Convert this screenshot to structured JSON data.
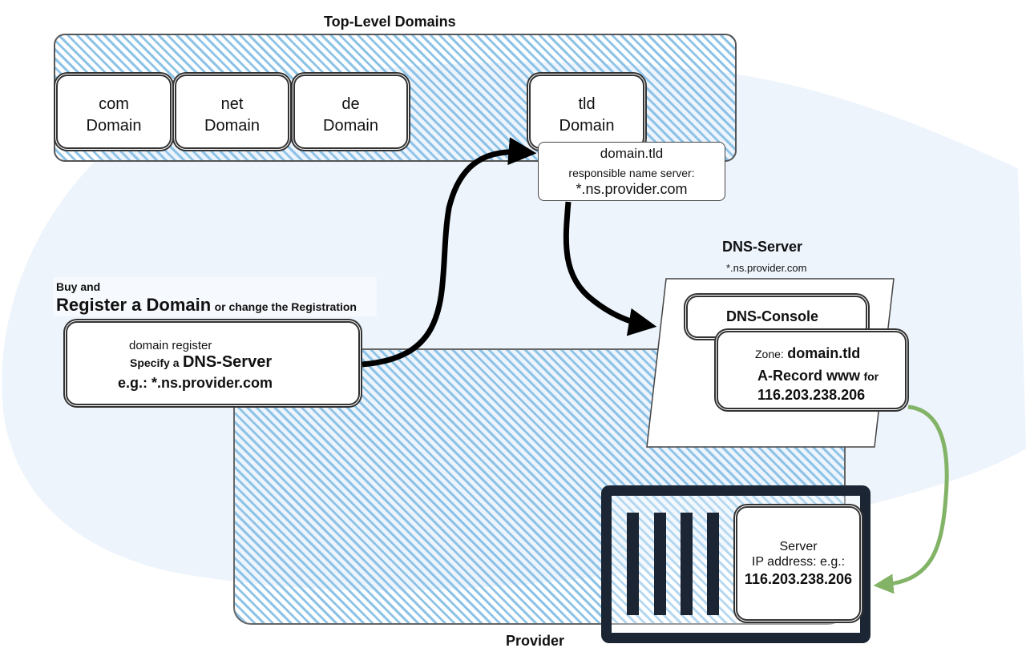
{
  "tld_group": {
    "title": "Top-Level Domains",
    "domains": [
      {
        "line1": "com",
        "line2": "Domain"
      },
      {
        "line1": "net",
        "line2": "Domain"
      },
      {
        "line1": "de",
        "line2": "Domain"
      },
      {
        "line1": "tld",
        "line2": "Domain"
      }
    ]
  },
  "tld_entry": {
    "domain": "domain.tld",
    "label": "responsible name server:",
    "server": "*.ns.provider.com"
  },
  "register": {
    "line1": "Buy and",
    "line2_big": "Register a Domain",
    "line2_small": "or change the Registration",
    "box": {
      "line1": "domain register",
      "line2_small": "Specify a",
      "line2_big": "DNS-Server",
      "line3": "e.g.: *.ns.provider.com"
    }
  },
  "dns_server": {
    "title": "DNS-Server",
    "subtitle": "*.ns.provider.com",
    "console_label": "DNS-Console",
    "zone": {
      "zone_label": "Zone:",
      "zone_value": "domain.tld",
      "record_label": "A-Record www",
      "record_for": "for",
      "ip": "116.203.238.206"
    }
  },
  "server": {
    "line1": "Server",
    "line2": "IP address: e.g.:",
    "ip": "116.203.238.206"
  },
  "provider": {
    "label": "Provider"
  },
  "colors": {
    "stripe": "#8ec3e8",
    "background_blob": "#edf4fc",
    "arrow_black": "#000000",
    "arrow_green": "#82b366",
    "rack": "#1b2533"
  }
}
